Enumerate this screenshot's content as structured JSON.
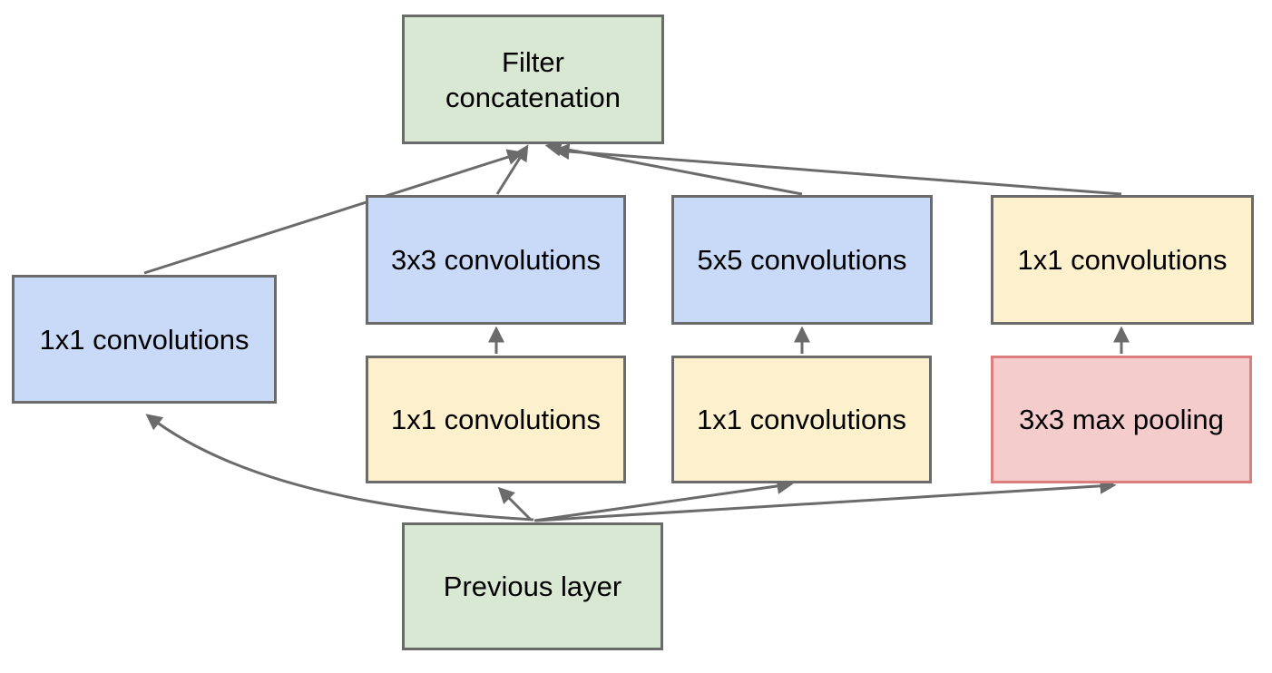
{
  "diagram": {
    "description": "Inception module block diagram",
    "background_color": "#ffffff",
    "arrow_color": "#6b6b6b",
    "colors": {
      "green_fill": "#d9e8d3",
      "blue_fill": "#c9daf8",
      "yellow_fill": "#fdf0cc",
      "red_fill": "#f4cccc",
      "red_border": "#dd7e7e",
      "gray_border": "#6b6b6b",
      "text": "#000000"
    },
    "nodes": [
      {
        "id": "filter-concat",
        "label": "Filter\nconcatenation",
        "color": "green"
      },
      {
        "id": "conv1-left",
        "label": "1x1 convolutions",
        "color": "blue"
      },
      {
        "id": "conv3",
        "label": "3x3 convolutions",
        "color": "blue"
      },
      {
        "id": "conv5",
        "label": "5x5 convolutions",
        "color": "blue"
      },
      {
        "id": "conv1-top-right",
        "label": "1x1 convolutions",
        "color": "yellow"
      },
      {
        "id": "conv1-reduce-a",
        "label": "1x1 convolutions",
        "color": "yellow"
      },
      {
        "id": "conv1-reduce-b",
        "label": "1x1 convolutions",
        "color": "yellow"
      },
      {
        "id": "max-pool",
        "label": "3x3 max pooling",
        "color": "red"
      },
      {
        "id": "previous-layer",
        "label": "Previous layer",
        "color": "green"
      }
    ],
    "edges": [
      {
        "from": "conv1-left",
        "to": "filter-concat"
      },
      {
        "from": "conv3",
        "to": "filter-concat"
      },
      {
        "from": "conv5",
        "to": "filter-concat"
      },
      {
        "from": "conv1-top-right",
        "to": "filter-concat"
      },
      {
        "from": "conv1-reduce-a",
        "to": "conv3"
      },
      {
        "from": "conv1-reduce-b",
        "to": "conv5"
      },
      {
        "from": "max-pool",
        "to": "conv1-top-right"
      },
      {
        "from": "previous-layer",
        "to": "conv1-left"
      },
      {
        "from": "previous-layer",
        "to": "conv1-reduce-a"
      },
      {
        "from": "previous-layer",
        "to": "conv1-reduce-b"
      },
      {
        "from": "previous-layer",
        "to": "max-pool"
      }
    ]
  }
}
